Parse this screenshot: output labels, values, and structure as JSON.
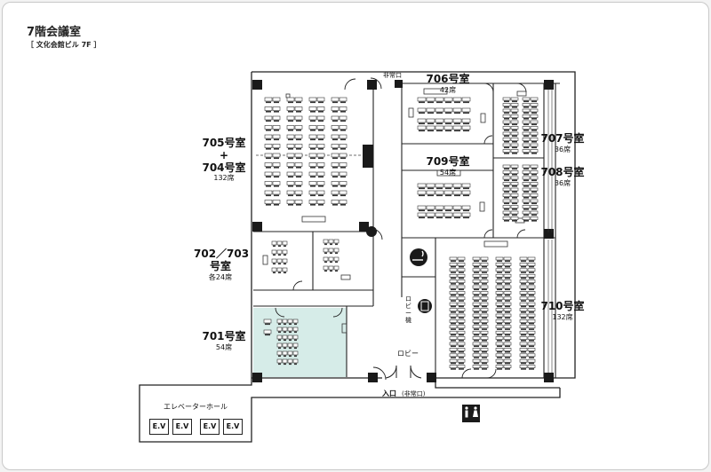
{
  "header": {
    "title": "7階会議室",
    "subtitle": "［ 文化会館ビル 7F ］"
  },
  "rooms": [
    {
      "key": "r705",
      "lines": [
        "705号室",
        "+",
        "704号室"
      ],
      "seats": "132席"
    },
    {
      "key": "r702",
      "lines": [
        "702／703",
        "号室"
      ],
      "seats": "各24席"
    },
    {
      "key": "r701",
      "lines": [
        "701号室"
      ],
      "seats": "54席"
    },
    {
      "key": "r706",
      "lines": [
        "706号室"
      ],
      "seats": "42席"
    },
    {
      "key": "r709",
      "lines": [
        "709号室"
      ],
      "seats": "54席"
    },
    {
      "key": "r707",
      "lines": [
        "707号室"
      ],
      "seats": "36席"
    },
    {
      "key": "r708",
      "lines": [
        "708号室"
      ],
      "seats": "36席"
    },
    {
      "key": "r710",
      "lines": [
        "710号室"
      ],
      "seats": "132席"
    }
  ],
  "labels": {
    "emergency_exit": "非常口",
    "lobby": "ロビー",
    "lobby_machine": "ロビー機",
    "entrance": "入口",
    "entrance_note": "(非常口)",
    "elevator_hall": "エレベーターホール"
  },
  "elevators": [
    "E.V",
    "E.V",
    "E.V",
    "E.V"
  ],
  "colors": {
    "highlight_room": "#d6ece8",
    "wall": "#222222",
    "pillar": "#1a1a1a"
  },
  "icons": [
    "smoking-area-icon",
    "vending-machine-icon",
    "restroom-icon"
  ]
}
